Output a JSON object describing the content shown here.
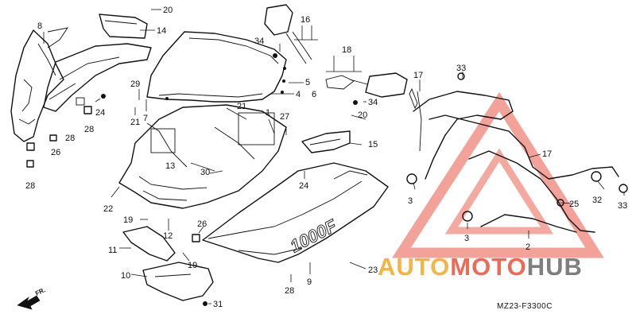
{
  "diagram": {
    "code": "MZ23-F3300C",
    "direction_marker": "FR.",
    "emblem_text": "1000F",
    "callouts": [
      "20",
      "14",
      "8",
      "16",
      "34",
      "18",
      "5",
      "4",
      "6",
      "29",
      "24",
      "21",
      "7",
      "28",
      "28",
      "26",
      "28",
      "17",
      "33",
      "21",
      "1",
      "27",
      "20",
      "15",
      "34",
      "13",
      "30",
      "22",
      "24",
      "17",
      "3",
      "25",
      "32",
      "33",
      "19",
      "12",
      "26",
      "11",
      "19",
      "3",
      "2",
      "23",
      "10",
      "9",
      "28",
      "31"
    ]
  },
  "watermark": {
    "part1": "AUTO",
    "part2": "MOTO",
    "part3": "HUB",
    "color1": "#f4b342",
    "color2": "#ee6a55",
    "color3": "#7f7f7f"
  }
}
